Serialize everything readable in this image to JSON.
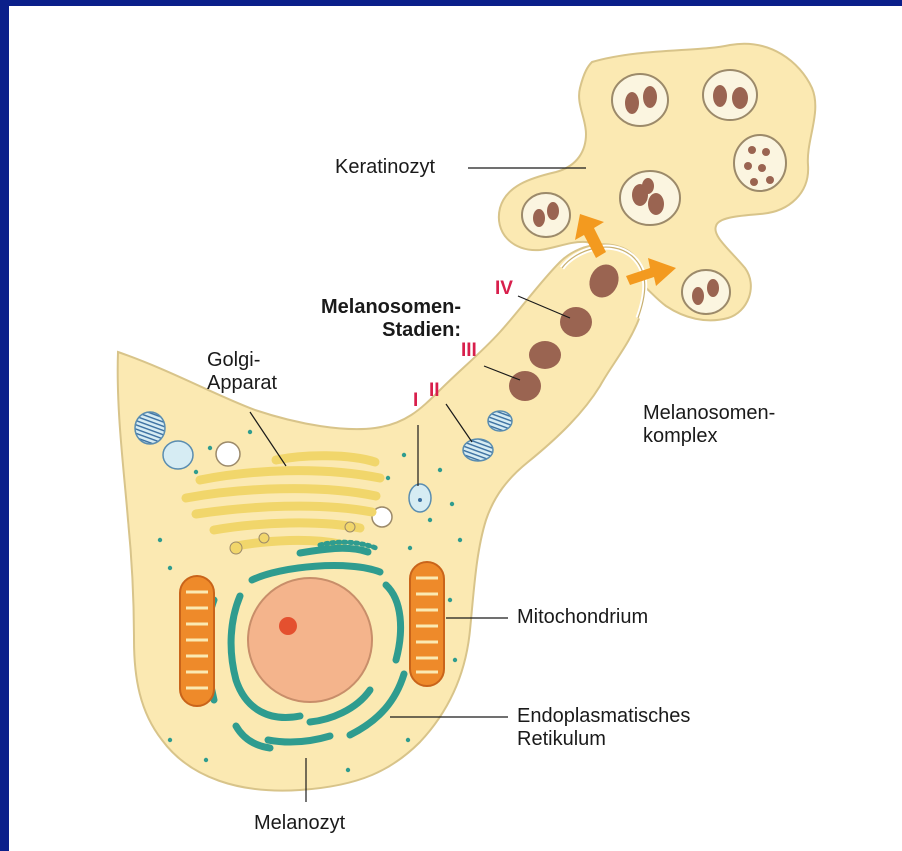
{
  "labels": {
    "keratinozyt": "Keratinozyt",
    "melanosomen_stadien": "Melanosomen-\nStadien:",
    "golgi_apparat": "Golgi-\nApparat",
    "melanosomenkomplex": "Melanosomen-\nkomplex",
    "mitochondrium": "Mitochondrium",
    "endoplasmatisches_retikulum": "Endoplasmatisches\nRetikulum",
    "melanozyt": "Melanozyt"
  },
  "stages": [
    "I",
    "II",
    "III",
    "IV"
  ],
  "colors": {
    "background_frame": "#0b1f8a",
    "cytoplasm": "#fbe9b2",
    "cell_outline": "#d8c48a",
    "golgi": "#f1d66b",
    "mitochondrion": "#ee8a2a",
    "er": "#2f9c8f",
    "nucleus": "#f4b48c",
    "nucleolus": "#e4502f",
    "melanosome": "#9a6451",
    "arrow": "#f39a1f",
    "stage_label": "#d81f4c"
  }
}
